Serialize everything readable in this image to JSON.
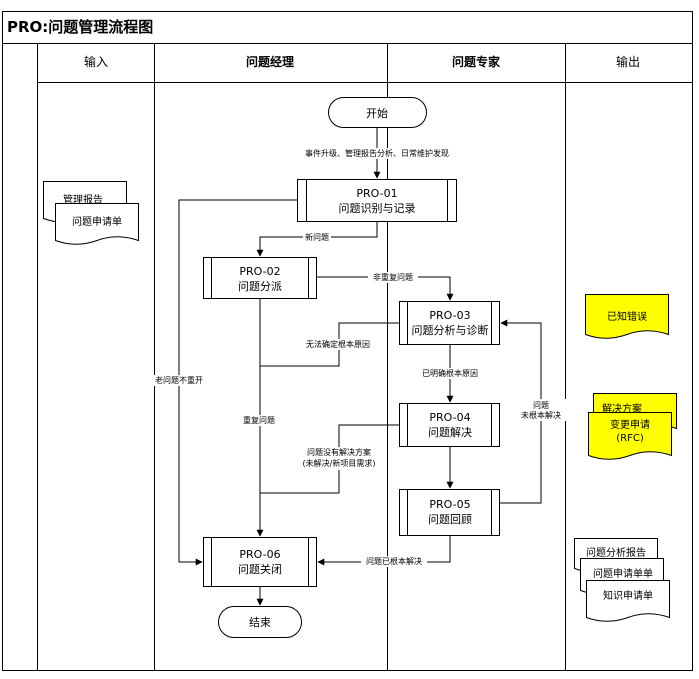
{
  "title": "PRO:问题管理流程图",
  "lanes": {
    "input": "输入",
    "manager": "问题经理",
    "expert": "问题专家",
    "output": "输出"
  },
  "nodes": {
    "start": "开始",
    "end": "结束",
    "pro01": {
      "code": "PRO-01",
      "name": "问题识别与记录"
    },
    "pro02": {
      "code": "PRO-02",
      "name": "问题分派"
    },
    "pro03": {
      "code": "PRO-03",
      "name": "问题分析与诊断"
    },
    "pro04": {
      "code": "PRO-04",
      "name": "问题解决"
    },
    "pro05": {
      "code": "PRO-05",
      "name": "问题回顾"
    },
    "pro06": {
      "code": "PRO-06",
      "name": "问题关闭"
    }
  },
  "labels": {
    "trigger": "事件升级、管理报告分析、日常维护发现",
    "new_problem": "新问题",
    "non_duplicate": "非重复问题",
    "old_problem": "老问题不重开",
    "duplicate": "重复问题",
    "no_root_cause": "无法确定根本原因",
    "root_cause_found": "已明确根本原因",
    "no_solution_1": "问题没有解决方案",
    "no_solution_2": "(未解决/新项目需求)",
    "unresolved_1": "问题",
    "unresolved_2": "未根本解决",
    "root_resolved": "问题已根本解决"
  },
  "inputs": {
    "doc1": "管理报告",
    "doc2": "问题申请单"
  },
  "outputs": {
    "known_error": "已知错误",
    "solution": "解决方案",
    "rfc_1": "变更申请",
    "rfc_2": "(RFC)",
    "report": "问题分析报告",
    "request_form": "问题申请单单",
    "knowledge_form": "知识申请单"
  },
  "colors": {
    "highlight": "#ffff00",
    "line": "#000000"
  }
}
